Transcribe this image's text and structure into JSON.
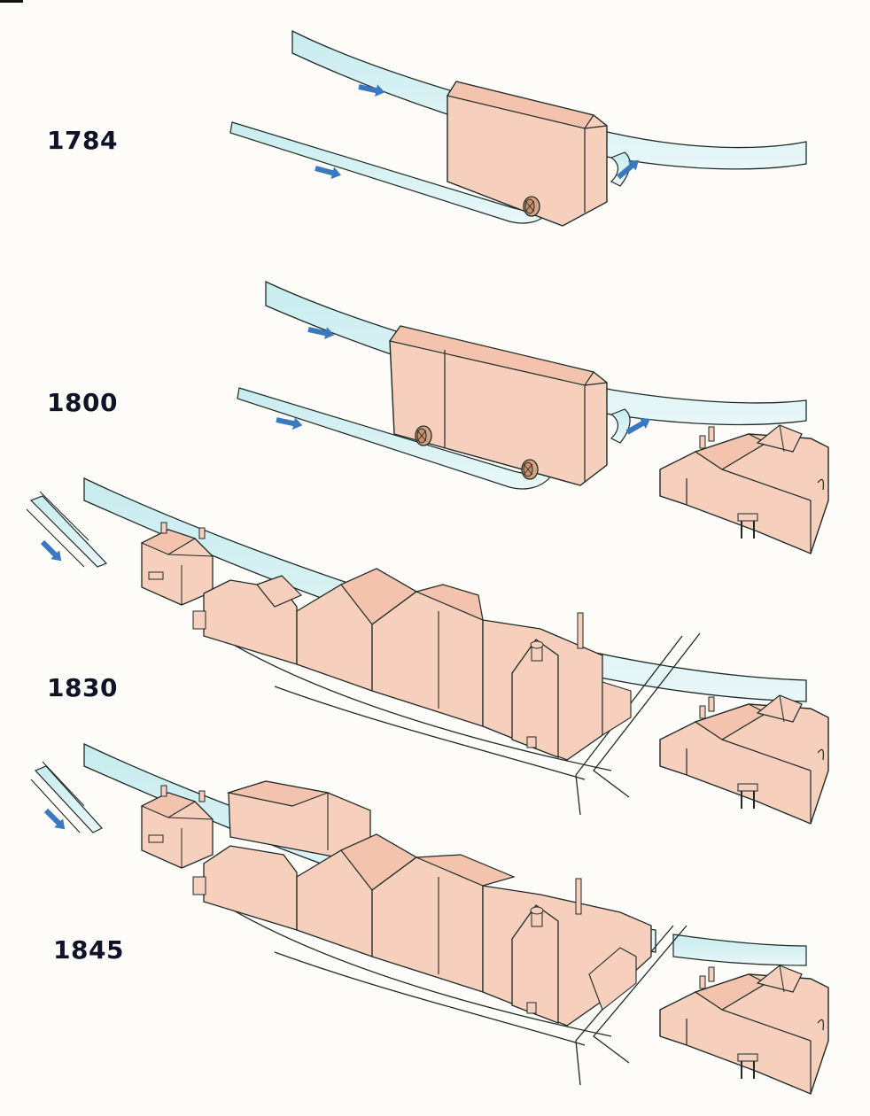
{
  "stages": [
    {
      "year": "1784"
    },
    {
      "year": "1800"
    },
    {
      "year": "1830"
    },
    {
      "year": "1845"
    }
  ],
  "colors": {
    "background": "#fdfcf8",
    "water": "#cdeef0",
    "building": "#f7cfbd",
    "roof_shade": "#f3c3ae",
    "outline": "#1e2a26",
    "flow_arrow": "#3a78c2",
    "label": "#0f1326"
  },
  "icons": {
    "water_wheel": "wheel-icon",
    "flow_arrow": "flow-arrow-icon"
  }
}
